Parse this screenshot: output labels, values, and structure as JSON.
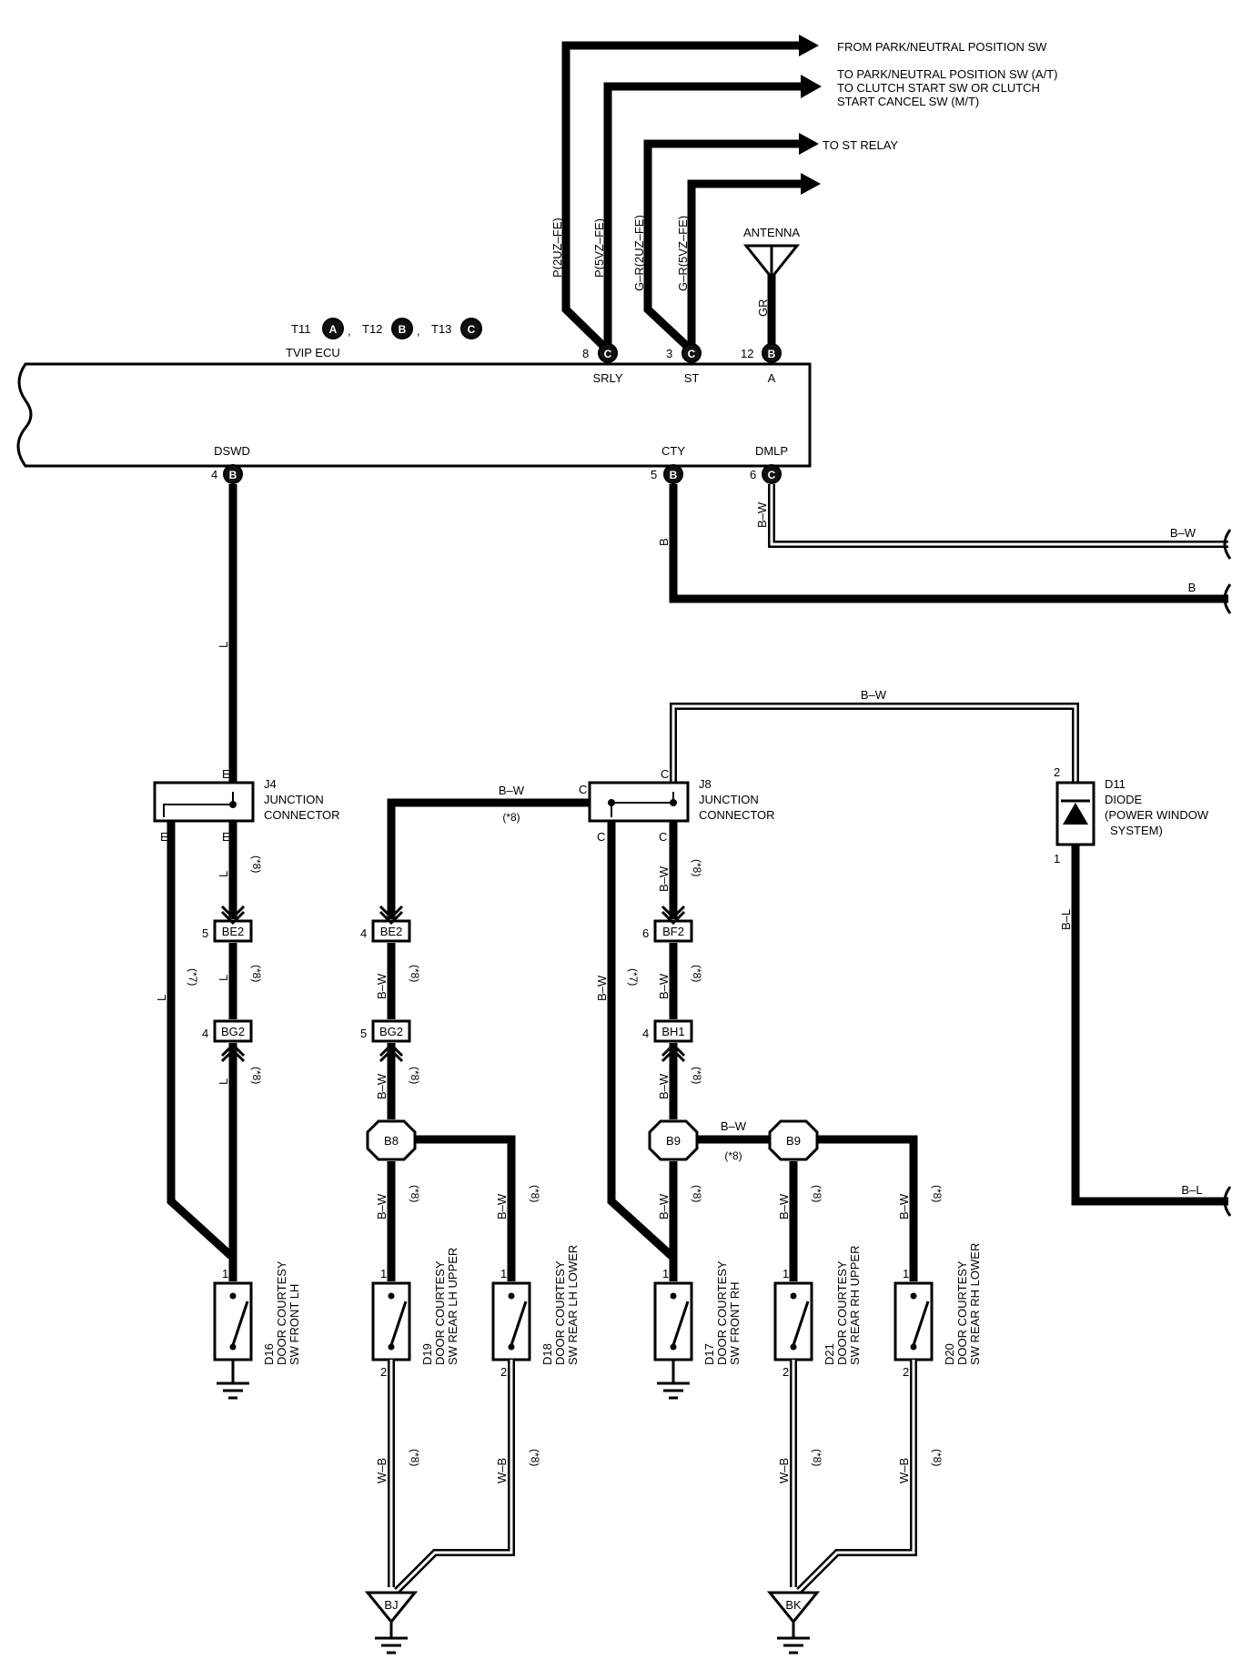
{
  "ecu": {
    "name": "TVIP ECU",
    "refs": [
      {
        "code": "T11",
        "letter": "A"
      },
      {
        "code": "T12",
        "letter": "B"
      },
      {
        "code": "T13",
        "letter": "C"
      }
    ],
    "top_pins": [
      {
        "num": "8",
        "letter": "C",
        "name": "SRLY"
      },
      {
        "num": "3",
        "letter": "C",
        "name": "ST"
      },
      {
        "num": "12",
        "letter": "B",
        "name": "A"
      }
    ],
    "bottom_pins": [
      {
        "num": "4",
        "letter": "B",
        "name": "DSWD"
      },
      {
        "num": "5",
        "letter": "B",
        "name": "CTY"
      },
      {
        "num": "6",
        "letter": "C",
        "name": "DMLP"
      }
    ]
  },
  "arrows": {
    "from_pn": "FROM PARK/NEUTRAL POSITION SW",
    "to_pn_1": "TO PARK/NEUTRAL POSITION SW (A/T)",
    "to_pn_2": "TO CLUTCH START SW OR CLUTCH",
    "to_pn_3": "START CANCEL SW (M/T)",
    "st_relay": "TO ST RELAY"
  },
  "antenna": {
    "label": "ANTENNA",
    "wire": "GR"
  },
  "wire_colors": {
    "p_2uz": "P(2UZ–FE)",
    "p_5vz": "P(5VZ–FE)",
    "gr_2uz": "G–R(2UZ–FE)",
    "gr_5vz": "G–R(5VZ–FE)",
    "b": "B",
    "bw": "B–W",
    "l": "L",
    "bl": "B–L",
    "wb": "W–B",
    "note7": "(*7)",
    "note8": "(*8)"
  },
  "junctions": {
    "j4": {
      "code": "J4",
      "line1": "JUNCTION",
      "line2": "CONNECTOR",
      "pin_top": "E",
      "pin_bl": "E",
      "pin_br": "E"
    },
    "j8": {
      "code": "J8",
      "line1": "JUNCTION",
      "line2": "CONNECTOR",
      "pin_left": "C",
      "pin_top": "C",
      "pin_bl": "C",
      "pin_br": "C"
    }
  },
  "connectors": {
    "be2_a": {
      "id": "BE2",
      "pin": "5"
    },
    "bg2_a": {
      "id": "BG2",
      "pin": "4"
    },
    "be2_b": {
      "id": "BE2",
      "pin": "4"
    },
    "bg2_b": {
      "id": "BG2",
      "pin": "5"
    },
    "bf2": {
      "id": "BF2",
      "pin": "6"
    },
    "bh1": {
      "id": "BH1",
      "pin": "4"
    }
  },
  "splices": {
    "b8": "B8",
    "b9a": "B9",
    "b9b": "B9"
  },
  "diode": {
    "code": "D11",
    "line1": "DIODE",
    "line2": "(POWER WINDOW",
    "line3": "SYSTEM)",
    "pin_top": "2",
    "pin_bottom": "1"
  },
  "switches": [
    {
      "code": "D16",
      "line1": "DOOR COURTESY",
      "line2": "SW FRONT LH",
      "pin1": "1",
      "pin2": ""
    },
    {
      "code": "D19",
      "line1": "DOOR COURTESY",
      "line2": "SW REAR LH UPPER",
      "pin1": "1",
      "pin2": "2"
    },
    {
      "code": "D18",
      "line1": "DOOR COURTESY",
      "line2": "SW REAR LH LOWER",
      "pin1": "1",
      "pin2": "2"
    },
    {
      "code": "D17",
      "line1": "DOOR COURTESY",
      "line2": "SW FRONT RH",
      "pin1": "1",
      "pin2": ""
    },
    {
      "code": "D21",
      "line1": "DOOR COURTESY",
      "line2": "SW REAR RH UPPER",
      "pin1": "1",
      "pin2": "2"
    },
    {
      "code": "D20",
      "line1": "DOOR COURTESY",
      "line2": "SW REAR RH LOWER",
      "pin1": "1",
      "pin2": "2"
    }
  ],
  "grounds": {
    "bj": "BJ",
    "bk": "BK"
  }
}
